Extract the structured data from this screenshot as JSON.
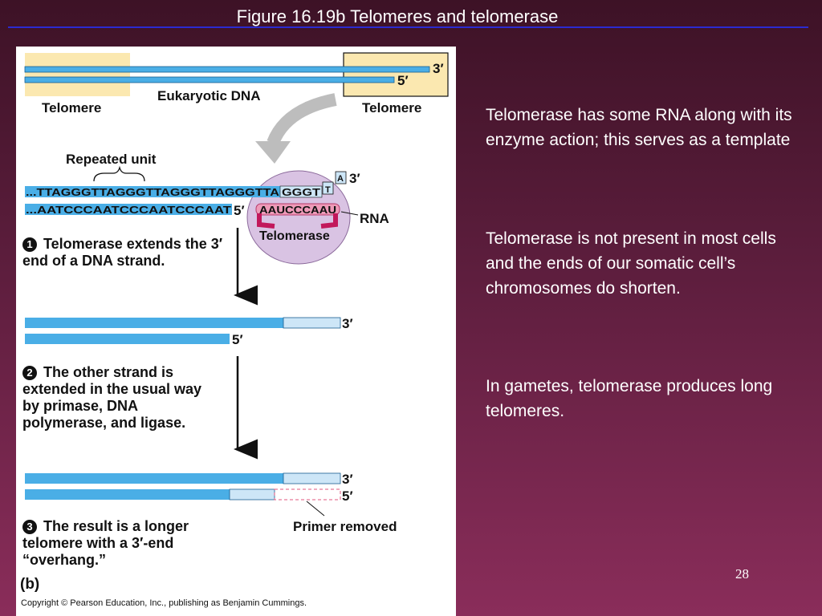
{
  "slide": {
    "title": "Figure 16.19b  Telomeres and telomerase",
    "page_number": "28"
  },
  "figure": {
    "top": {
      "label_3prime": "3′",
      "label_5prime": "5′",
      "eukaryotic_dna": "Eukaryotic DNA",
      "telomere_left": "Telomere",
      "telomere_right": "Telomere"
    },
    "repeat": {
      "repeated_unit": "Repeated unit",
      "top_strand": "...TTAGGGTTAGGGTTAGGGTTAGGGTTA",
      "extension": "GGGT",
      "new_nt_a": "A",
      "new_nt_t": "T",
      "label_3prime": "3′",
      "bottom_strand": "...AATCCCAATCCCAATCCCAAT",
      "label_5prime": "5′",
      "rna_template": "AAUCCCAAU",
      "rna_label": "RNA",
      "enzyme_label": "Telomerase"
    },
    "step1": {
      "number": "1",
      "text": "Telomerase extends the 3′ end of a DNA strand."
    },
    "step2_labels": {
      "label_3prime": "3′",
      "label_5prime": "5′"
    },
    "step2": {
      "number": "2",
      "text": "The other strand is extended in the usual way by primase, DNA polymerase, and ligase."
    },
    "step3_labels": {
      "label_3prime": "3′",
      "label_5prime": "5′",
      "primer_removed": "Primer removed"
    },
    "step3": {
      "number": "3",
      "text": "The result is a longer telomere with a 3′-end “overhang.”"
    },
    "panel_label": "(b)",
    "copyright": "Copyright © Pearson Education, Inc., publishing as Benjamin Cummings."
  },
  "notes": [
    "Telomerase has some RNA along with its enzyme action; this serves as a template",
    "Telomerase is not present in most cells and the ends of our somatic cell’s chromosomes do shorten.",
    "In gametes,  telomerase produces long telomeres."
  ],
  "colors": {
    "dna_blue": "#4aaee6",
    "new_dna": "#cde6f7",
    "telomere_box": "#fbe8b0",
    "enzyme": "#d9c3e3",
    "rna": "#ee9ab8"
  }
}
